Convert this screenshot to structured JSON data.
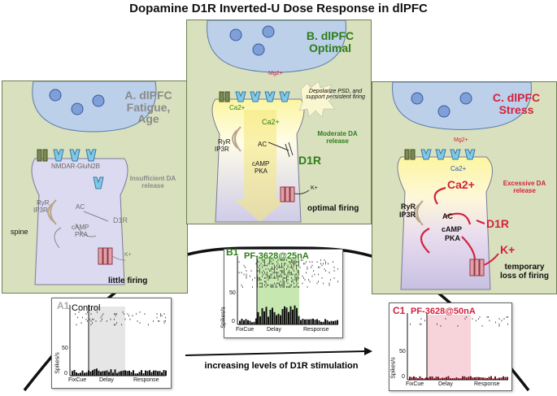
{
  "title": "Dopamine D1R Inverted-U Dose Response in dlPFC",
  "panel_a": {
    "title_lines": [
      "A. dlPFC",
      "Fatigue,",
      "Age"
    ],
    "receptor": "NMDAR-GluN2B",
    "release": "Insufficient DA release",
    "spine": "spine",
    "ryr": "RyR",
    "ip3r": "IP3R",
    "ac": "AC",
    "camp": "cAMP",
    "pka": "PKA",
    "d1r": "D1R",
    "k": "K+",
    "firing": "little firing"
  },
  "panel_b": {
    "title_lines": [
      "B. dlPFC",
      "Optimal"
    ],
    "mg": "Mg2+",
    "depolarize": "Depolarize PSD, and support persistent firing",
    "ca_top": "Ca2+",
    "ca_mid": "Ca2+",
    "release": "Moderate DA release",
    "ryr": "RyR",
    "ip3r": "IP3R",
    "ac": "AC",
    "camp": "cAMP",
    "pka": "PKA",
    "d1r": "D1R",
    "k": "K+",
    "firing": "optimal firing"
  },
  "panel_c": {
    "title_lines": [
      "C. dlPFC",
      "Stress"
    ],
    "mg": "Mg2+",
    "ca_top": "Ca2+",
    "ca_big": "Ca2+",
    "release": "Excessive DA release",
    "ryr": "RyR",
    "ip3r": "IP3R",
    "ac": "AC",
    "camp": "cAMP",
    "pka": "PKA",
    "d1r": "D1R",
    "k": "K+",
    "firing_lines": [
      "temporary",
      "loss of firing"
    ]
  },
  "rec_a": {
    "label": "A1",
    "name": "Control",
    "ylabel": "Spikes/s",
    "y50": "50",
    "y0": "0",
    "x": [
      "FixCue",
      "Delay",
      "Response"
    ]
  },
  "rec_b": {
    "label": "B1",
    "name": "PF-3628@25nA",
    "ylabel": "Spikes/s",
    "y50": "50",
    "y0": "0",
    "x": [
      "FixCue",
      "Delay",
      "Response"
    ]
  },
  "rec_c": {
    "label": "C1",
    "name": "PF-3628@50nA",
    "ylabel": "Spikes/s",
    "y50": "50",
    "y0": "0",
    "x": [
      "FixCue",
      "Delay",
      "Response"
    ]
  },
  "arrow_label": "increasing levels of D1R stimulation"
}
